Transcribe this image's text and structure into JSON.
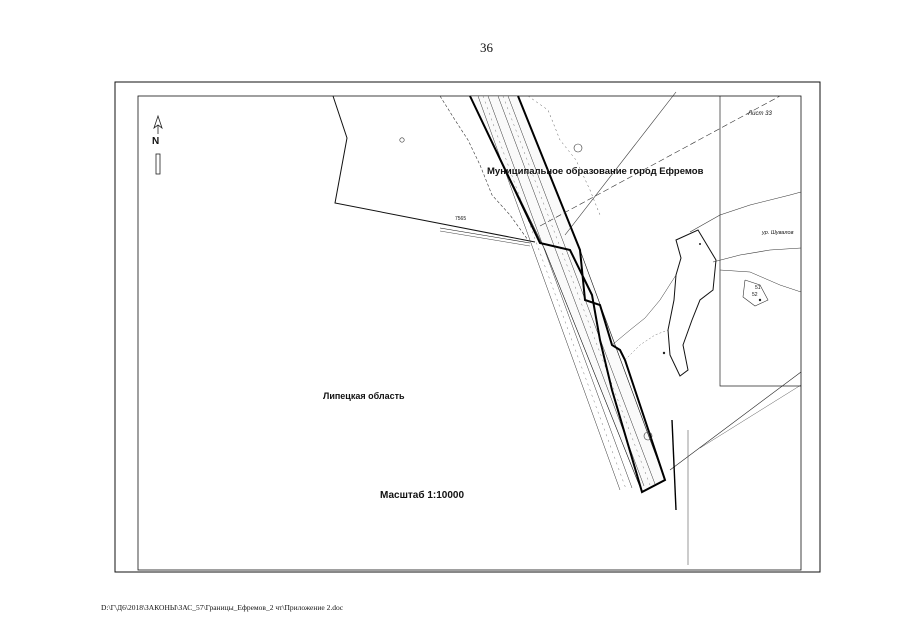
{
  "page_number": "36",
  "labels": {
    "municipality": "Муниципальное образование город Ефремов",
    "region": "Липецкая область",
    "scale": "Масштаб 1:10000",
    "sheet": "Лист 33",
    "place": "ур. Шувалов",
    "parcel_code": "7565",
    "parcel_num_1": "51",
    "parcel_num_2": "52"
  },
  "north_arrow": {
    "letter": "N",
    "icon": "north-arrow-icon"
  },
  "footer": {
    "file_path": "D:\\Г\\Д6\\2018\\ЗАКОНЫ\\ЗАС_57\\Границы_Ефремов_2 чт\\Приложение 2.doc"
  },
  "colors": {
    "ink": "#111111",
    "paper": "#ffffff"
  }
}
